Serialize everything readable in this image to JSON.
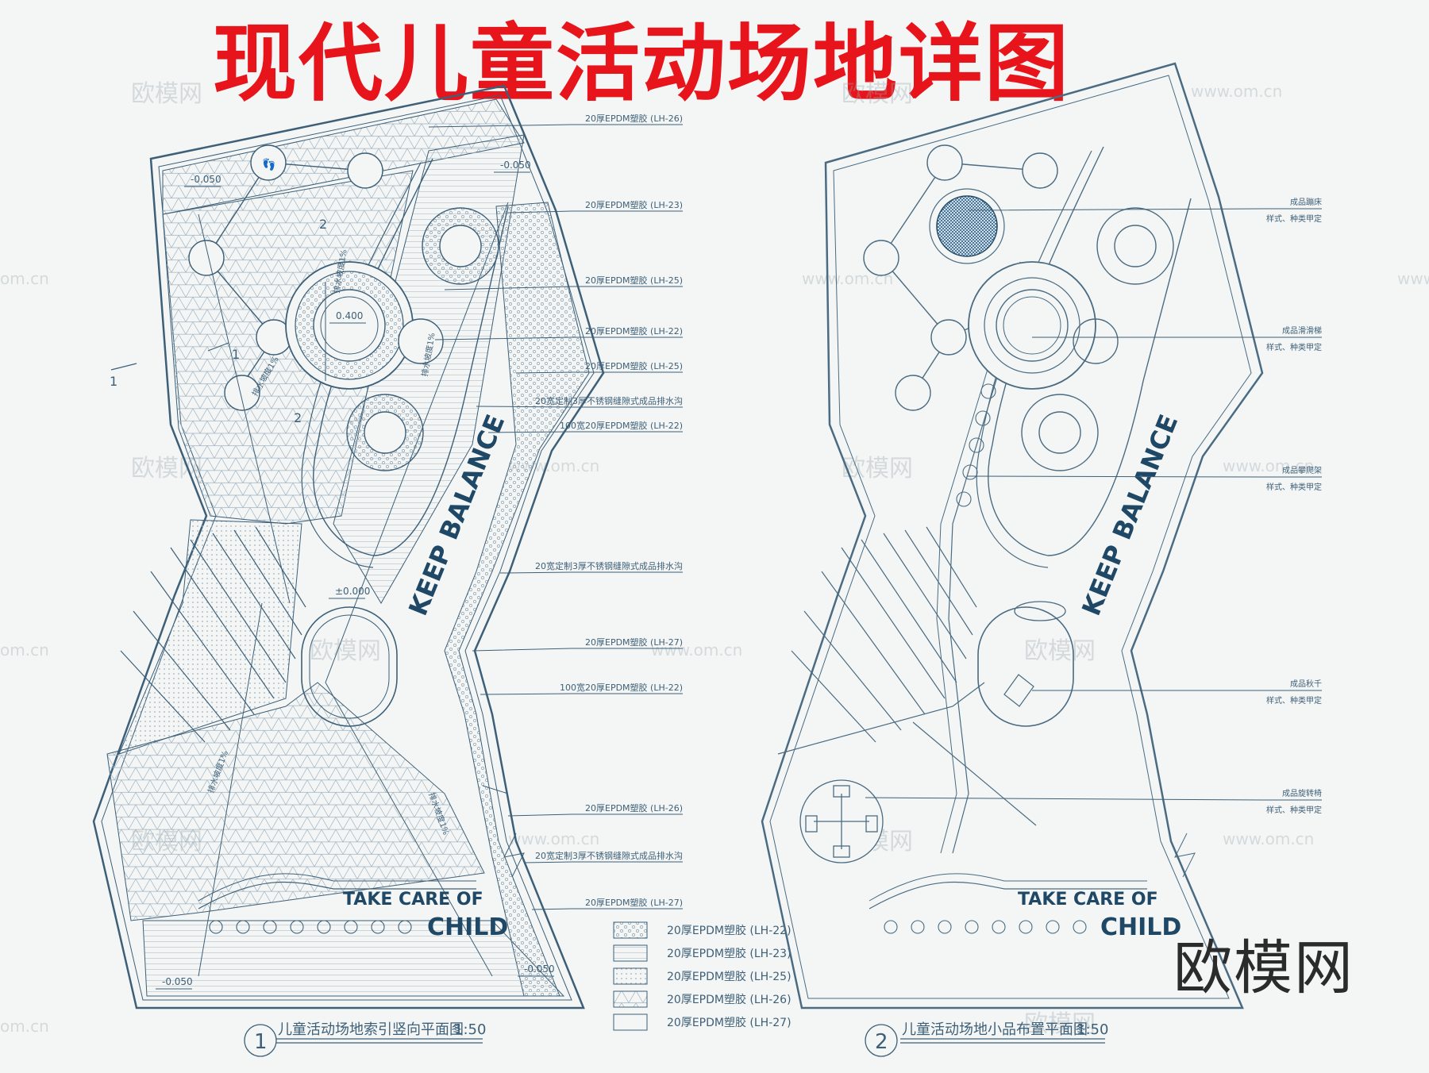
{
  "title": "现代儿童活动场地详图",
  "brand": "欧模网",
  "watermarks": {
    "logo": "欧模网",
    "url": "www.om.cn",
    "url_short": "om.cn"
  },
  "plan1": {
    "caption": "儿童活动场地索引竖向平面图",
    "scale": "1:50",
    "number": "1",
    "slogan_top": "KEEP BALANCE",
    "slogan_bottom_1": "TAKE CARE OF",
    "slogan_bottom_2": "CHILD",
    "elevations": [
      "-0.050",
      "-0.050",
      "0.400",
      "±0.000",
      "-0.050",
      "-0.050"
    ],
    "section_marks": [
      "2",
      "2",
      "1",
      "1"
    ],
    "slope_label": "排水坡度1%",
    "callouts": [
      "20厚EPDM塑胶 (LH-26)",
      "20厚EPDM塑胶 (LH-23)",
      "20厚EPDM塑胶 (LH-25)",
      "20厚EPDM塑胶 (LH-22)",
      "20厚EPDM塑胶 (LH-25)",
      "20宽定制3厚不锈钢缝隙式成品排水沟",
      "100宽20厚EPDM塑胶 (LH-22)",
      "20宽定制3厚不锈钢缝隙式成品排水沟",
      "20厚EPDM塑胶 (LH-27)",
      "100宽20厚EPDM塑胶 (LH-22)",
      "20厚EPDM塑胶 (LH-26)",
      "20宽定制3厚不锈钢缝隙式成品排水沟",
      "20厚EPDM塑胶 (LH-27)"
    ]
  },
  "legend": [
    "20厚EPDM塑胶 (LH-22)",
    "20厚EPDM塑胶 (LH-23)",
    "20厚EPDM塑胶 (LH-25)",
    "20厚EPDM塑胶 (LH-26)",
    "20厚EPDM塑胶 (LH-27)"
  ],
  "plan2": {
    "caption": "儿童活动场地小品布置平面图",
    "scale": "1:50",
    "number": "2",
    "slogan_top": "KEEP BALANCE",
    "slogan_bottom_1": "TAKE CARE OF",
    "slogan_bottom_2": "CHILD",
    "callouts": [
      {
        "name": "成品蹦床",
        "note": "样式、种类甲定"
      },
      {
        "name": "成品滑滑梯",
        "note": "样式、种类甲定"
      },
      {
        "name": "成品攀爬架",
        "note": "样式、种类甲定"
      },
      {
        "name": "成品秋千",
        "note": "样式、种类甲定"
      },
      {
        "name": "成品旋转椅",
        "note": "样式、种类甲定"
      }
    ]
  },
  "colors": {
    "line": "#3d5f78",
    "title": "#e8141b",
    "slogan": "#1f4866",
    "background": "#f4f6f5"
  }
}
